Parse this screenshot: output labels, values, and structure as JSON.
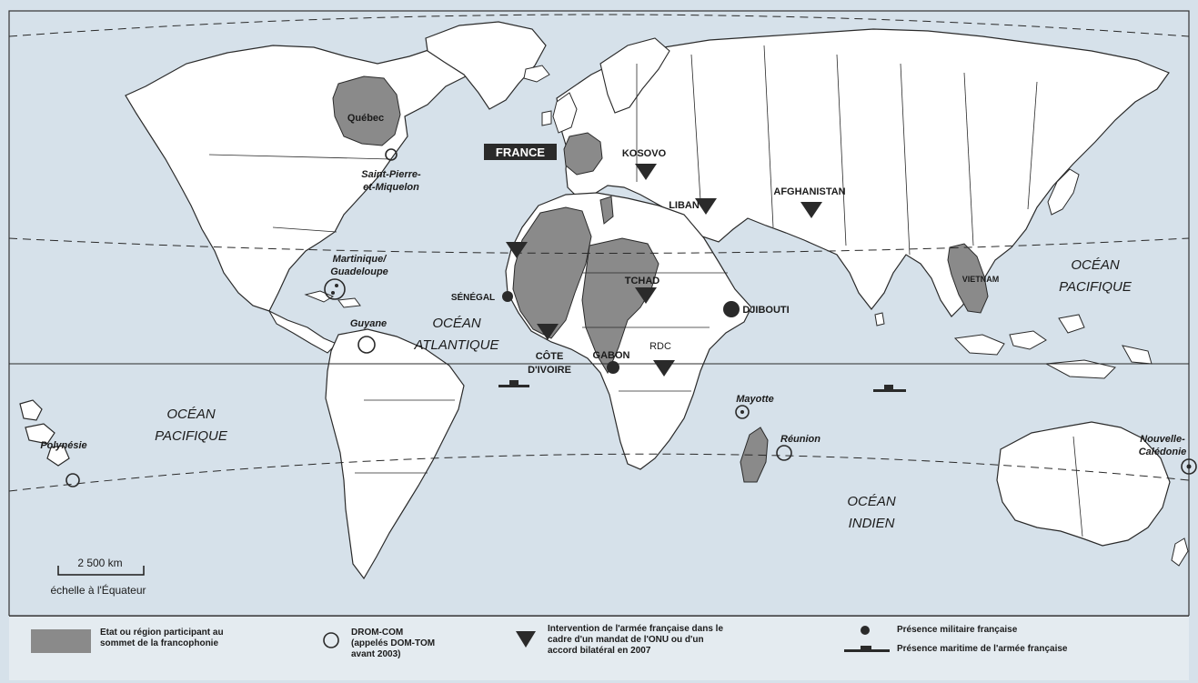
{
  "oceans": {
    "atlantique": [
      "OCÉAN",
      "ATLANTIQUE"
    ],
    "pacifique_west": [
      "OCÉAN",
      "PACIFIQUE"
    ],
    "pacifique_east": [
      "OCÉAN",
      "PACIFIQUE"
    ],
    "indien": [
      "OCÉAN",
      "INDIEN"
    ]
  },
  "places": {
    "quebec": "Québec",
    "france": "FRANCE",
    "kosovo": "KOSOVO",
    "liban": "LIBAN",
    "afghanistan": "AFGHANISTAN",
    "vietnam": "VIETNAM",
    "tchad": "TCHAD",
    "senegal": "SÉNÉGAL",
    "djibouti": "DJIBOUTI",
    "cote_ivoire": [
      "CÔTE",
      "D'IVOIRE"
    ],
    "gabon": "GABON",
    "rdc": "RDC",
    "spm": [
      "Saint-Pierre-",
      "et-Miquelon"
    ],
    "martinique": [
      "Martinique/",
      "Guadeloupe"
    ],
    "guyane": "Guyane",
    "polynesie": "Polynésie",
    "mayotte": "Mayotte",
    "reunion": "Réunion",
    "nouvelle_caledonie": [
      "Nouvelle-",
      "Calédonie"
    ]
  },
  "scale": {
    "distance": "2 500 km",
    "note": "échelle à l'Équateur"
  },
  "legend": {
    "francophonie": [
      "Etat ou région participant au",
      "sommet de la francophonie"
    ],
    "dromcom": [
      "DROM-COM",
      "(appelés DOM-TOM",
      "avant 2003)"
    ],
    "intervention": [
      "Intervention de l'armée française dans le",
      "cadre d'un mandat de l'ONU ou d'un",
      "accord bilatéral en 2007"
    ],
    "militaire": "Présence militaire française",
    "maritime": "Présence maritime de l'armée française"
  },
  "colors": {
    "ocean": "#d6e1ea",
    "land": "#ffffff",
    "francophonie": "#8a8a8a",
    "border": "#2a2a2a",
    "symbol": "#2a2a2a"
  }
}
